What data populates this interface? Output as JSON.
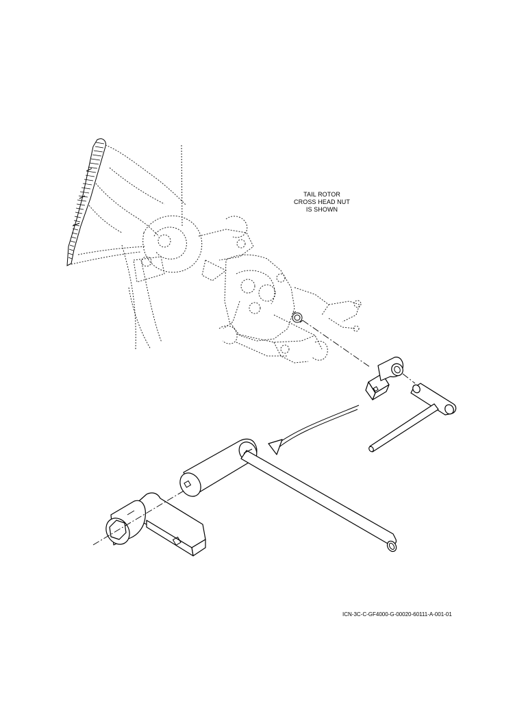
{
  "callout": {
    "line1": "TAIL ROTOR",
    "line2": "CROSS HEAD NUT",
    "line3": "IS SHOWN"
  },
  "icn": "ICN-3C-C-GF4000-G-00020-60111-A-001-01",
  "colors": {
    "ink": "#000000",
    "background": "#ffffff"
  }
}
